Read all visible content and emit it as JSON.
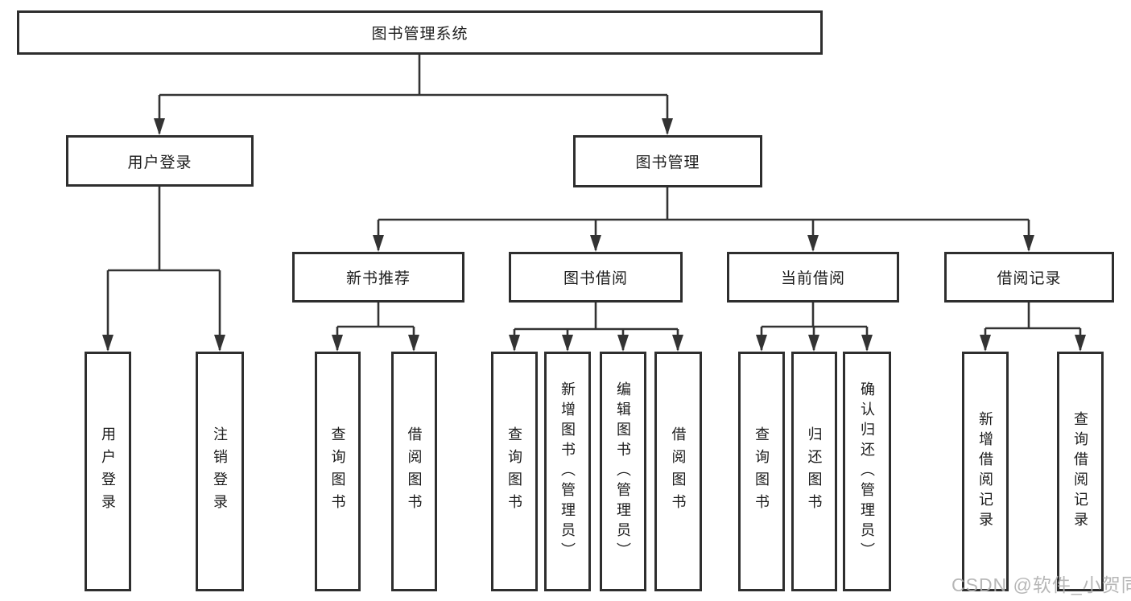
{
  "diagram": {
    "colors": {
      "line": "#333333",
      "box_border": "#2e2e2e",
      "text": "#1c1c1c",
      "background": "#ffffff",
      "watermark": "#afafaf"
    },
    "watermark": "CSDN @软件_小贺同学",
    "root": {
      "label": "图书管理系统",
      "children": [
        {
          "label": "用户登录",
          "children": [
            {
              "label": "用户登录"
            },
            {
              "label": "注销登录"
            }
          ]
        },
        {
          "label": "图书管理",
          "children": [
            {
              "label": "新书推荐",
              "children": [
                {
                  "label": "查询图书"
                },
                {
                  "label": "借阅图书"
                }
              ]
            },
            {
              "label": "图书借阅",
              "children": [
                {
                  "label": "查询图书"
                },
                {
                  "label": "新增图书（管理员）"
                },
                {
                  "label": "编辑图书（管理员）"
                },
                {
                  "label": "借阅图书"
                }
              ]
            },
            {
              "label": "当前借阅",
              "children": [
                {
                  "label": "查询图书"
                },
                {
                  "label": "归还图书"
                },
                {
                  "label": "确认归还（管理员）"
                }
              ]
            },
            {
              "label": "借阅记录",
              "children": [
                {
                  "label": "新增借阅记录"
                },
                {
                  "label": "查询借阅记录"
                }
              ]
            }
          ]
        }
      ]
    }
  }
}
